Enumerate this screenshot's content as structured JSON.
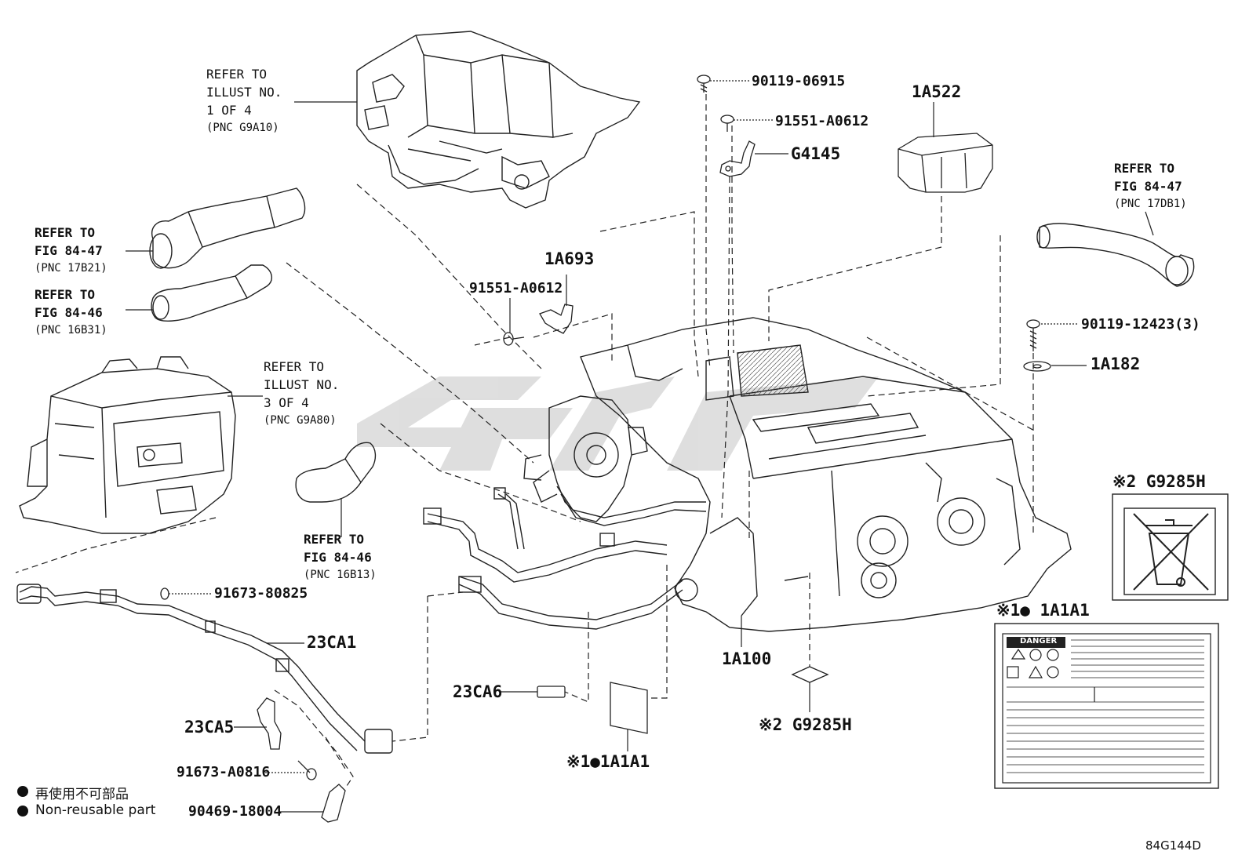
{
  "diagram": {
    "parts": {
      "p90119_06915": "90119-06915",
      "p91551_a0612_top": "91551-A0612",
      "pG4145": "G4145",
      "p1A522": "1A522",
      "p1A693": "1A693",
      "p91551_a0612_mid": "91551-A0612",
      "p90119_12423": "90119-12423(3)",
      "p1A182": "1A182",
      "p91673_80825": "91673-80825",
      "p23CA1": "23CA1",
      "p23CA6": "23CA6",
      "p1A100": "1A100",
      "p23CA5": "23CA5",
      "p91673_a0816": "91673-A0816",
      "p90469_18004": "90469-18004",
      "p1A1A1_bottom": "※1●1A1A1",
      "pG9285H_bottom": "※2 G9285H",
      "pG9285H_box": "※2 G9285H",
      "p1A1A1_box": "※1● 1A1A1"
    },
    "refs": {
      "illust1": {
        "l1": "REFER TO",
        "l2": "ILLUST NO.",
        "l3": "1 OF 4",
        "l4": "(PNC G9A10)"
      },
      "fig8447_left": {
        "l1": "REFER TO",
        "l2": "FIG 84-47",
        "l3": "(PNC 17B21)"
      },
      "fig8446_left": {
        "l1": "REFER TO",
        "l2": "FIG 84-46",
        "l3": "(PNC 16B31)"
      },
      "illust3": {
        "l1": "REFER TO",
        "l2": "ILLUST NO.",
        "l3": "3 OF 4",
        "l4": "(PNC G9A80)"
      },
      "fig8446_mid": {
        "l1": "REFER TO",
        "l2": "FIG 84-46",
        "l3": "(PNC 16B13)"
      },
      "fig8447_right": {
        "l1": "REFER TO",
        "l2": "FIG 84-47",
        "l3": "(PNC 17DB1)"
      }
    },
    "legend": {
      "jp": "再使用不可部品",
      "en": "Non-reusable part"
    },
    "warning_label_title": "DANGER",
    "figure_code": "84G144D"
  }
}
